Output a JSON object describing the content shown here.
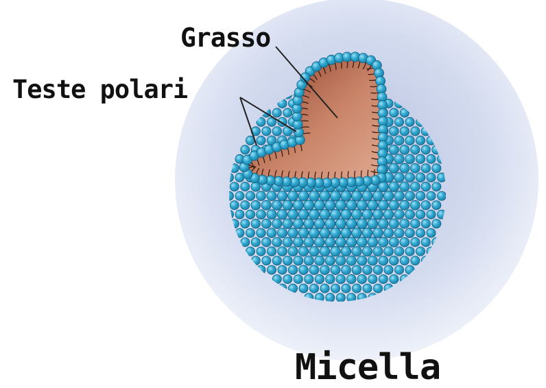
{
  "labels": {
    "fat": "Grasso",
    "polar_heads": "Teste polari",
    "title": "Micella"
  },
  "colors": {
    "halo_center": "#c9d2e8",
    "halo_edge": "#e8edf7",
    "head_fill": "#2aa5cf",
    "head_highlight": "#8fd8ef",
    "head_outline": "#0f5f80",
    "core_fill": "#b0664c",
    "core_light": "#d79a80",
    "core_dark": "#6e2f1d",
    "tail_color": "#3a1a10",
    "leader_line": "#222222"
  }
}
